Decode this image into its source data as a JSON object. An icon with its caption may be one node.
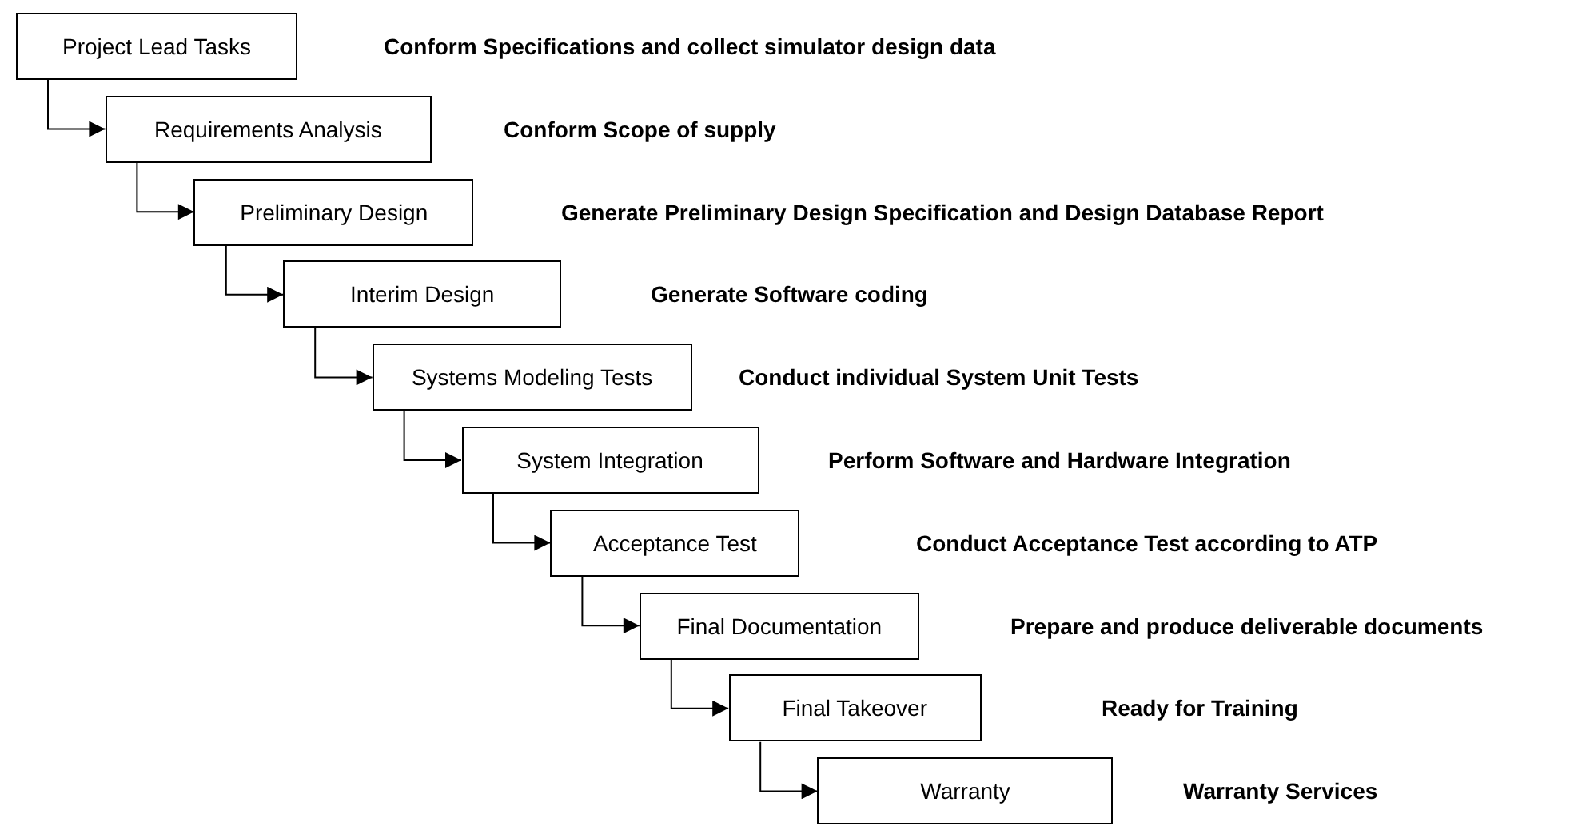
{
  "diagram": {
    "nodes": [
      {
        "text": [
          "Project Lead Tasks"
        ]
      },
      {
        "text": [
          "Requirements Analysis"
        ]
      },
      {
        "text": [
          "Preliminary Design"
        ]
      },
      {
        "text": [
          "Interim Design"
        ]
      },
      {
        "text": [
          "Systems Modeling Tests"
        ]
      },
      {
        "text": [
          "System Integration"
        ]
      },
      {
        "text": [
          "Acceptance Test"
        ]
      },
      {
        "text": [
          "Final Documentation"
        ]
      },
      {
        "text": [
          "Final Takeover"
        ]
      },
      {
        "text": [
          "Warranty"
        ]
      }
    ],
    "edges": [
      {
        "from": 0,
        "to": 1,
        "arrow": "to"
      },
      {
        "from": 1,
        "to": 2,
        "arrow": "to"
      },
      {
        "from": 2,
        "to": 3,
        "arrow": "to"
      },
      {
        "from": 3,
        "to": 4,
        "arrow": "to"
      },
      {
        "from": 4,
        "to": 5,
        "arrow": "to"
      },
      {
        "from": 5,
        "to": 6,
        "arrow": "to"
      },
      {
        "from": 6,
        "to": 7,
        "arrow": "to"
      },
      {
        "from": 7,
        "to": 8,
        "arrow": "to"
      },
      {
        "from": 8,
        "to": 9,
        "arrow": "to"
      }
    ],
    "labels": [
      "Conform Specifications and collect simulator design data",
      "Conform Scope of supply",
      "Generate Preliminary Design Specification and Design Database Report",
      "Generate Software coding",
      "Conduct individual System Unit Tests",
      "Perform Software and Hardware Integration",
      "Conduct Acceptance Test according to ATP",
      "Prepare and produce deliverable documents",
      "Ready for Training",
      "Warranty Services"
    ]
  }
}
